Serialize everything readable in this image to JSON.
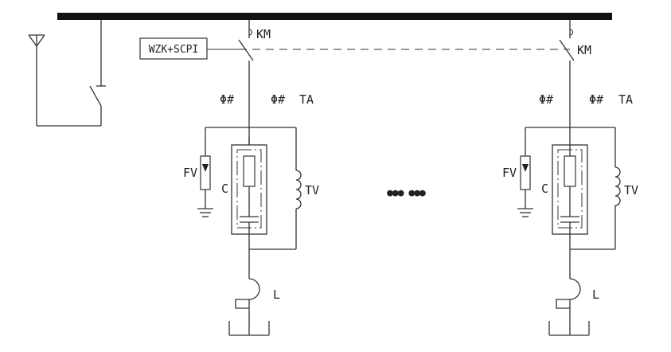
{
  "controller": {
    "label": "WZK+SCPI"
  },
  "labels": {
    "contactor": "KM",
    "current_transformer": "TA",
    "ct_symbol": "Φ#",
    "surge_arrester": "FV",
    "capacitor": "C",
    "voltage_transformer": "TV",
    "reactor": "L"
  },
  "ellipsis": "●●●  ●●●"
}
